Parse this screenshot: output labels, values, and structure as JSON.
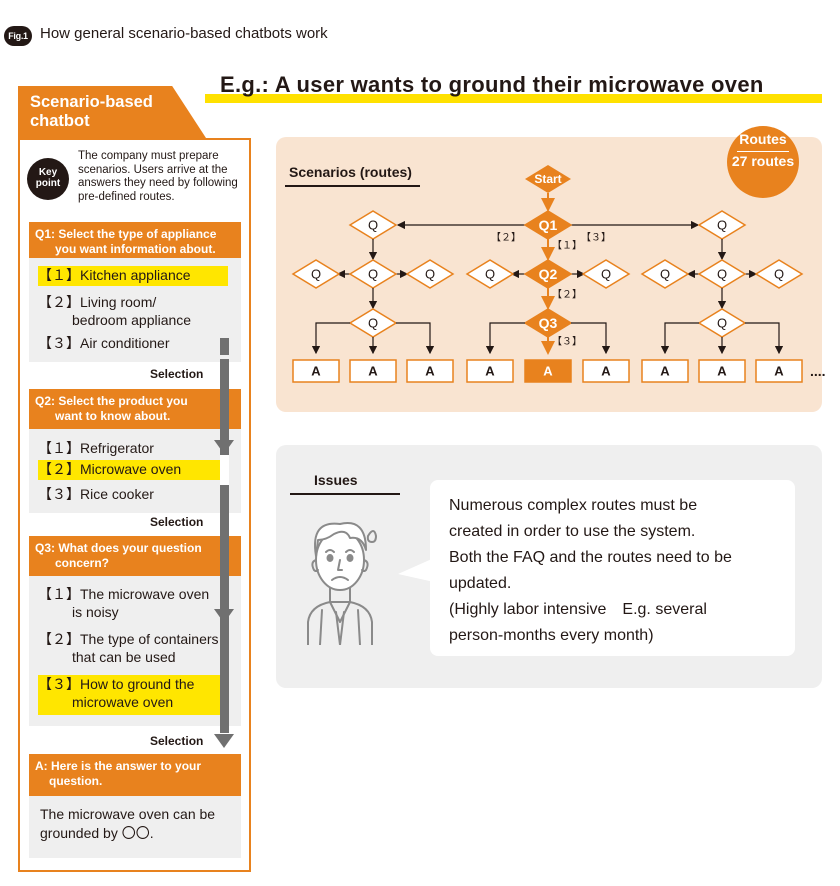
{
  "figure": {
    "badge": "Fig.1",
    "title": "How general scenario-based chatbots work"
  },
  "example_title": "E.g.: A user wants to ground their microwave oven",
  "left_panel": {
    "title_line1": "Scenario-based",
    "title_line2": "chatbot",
    "key_point_line1": "Key",
    "key_point_line2": "point",
    "key_point_text": "The company must prepare scenarios. Users arrive at the answers they need by following pre-defined routes.",
    "q1": {
      "line1": "Q1: Select the type of appliance",
      "line2": "you want information about.",
      "opt1": "【１】Kitchen appliance",
      "opt2_line1": "【２】Living room/",
      "opt2_line2": "bedroom appliance",
      "opt3": "【３】Air conditioner"
    },
    "q2": {
      "line1": "Q2: Select the product you",
      "line2": "want to know about.",
      "opt1": "【１】Refrigerator",
      "opt2": "【２】Microwave oven",
      "opt3": "【３】Rice cooker"
    },
    "q3": {
      "line1": "Q3: What does your question",
      "line2": "concern?",
      "opt1_line1": "【１】The microwave oven",
      "opt1_line2": "is noisy",
      "opt2_line1": "【２】The type of containers",
      "opt2_line2": "that can be used",
      "opt3_line1": "【３】How to ground the",
      "opt3_line2": "microwave oven"
    },
    "selection_label": "Selection",
    "answer": {
      "line1": "A: Here is the answer to your",
      "line2": "question.",
      "body_line1": "The microwave oven can be",
      "body_line2": "grounded by 〇〇."
    }
  },
  "scenarios": {
    "title": "Scenarios (routes)",
    "routes_label": "Routes",
    "routes_count": "27 routes",
    "start_label": "Start",
    "q_label": "Q",
    "a_label": "A",
    "q1_label": "Q1",
    "q2_label": "Q2",
    "q3_label": "Q3",
    "branch1": "【１】",
    "branch2": "【２】",
    "branch3": "【３】",
    "ellipsis": "....",
    "colors": {
      "highlight": "#e8821e",
      "box": "#f9e4d1"
    }
  },
  "issues": {
    "title": "Issues",
    "text": "Numerous complex routes must be\ncreated in order to use the system.\nBoth the FAQ and the routes need to be\nupdated.\n(Highly labor intensive　E.g. several\nperson-months every month)"
  }
}
